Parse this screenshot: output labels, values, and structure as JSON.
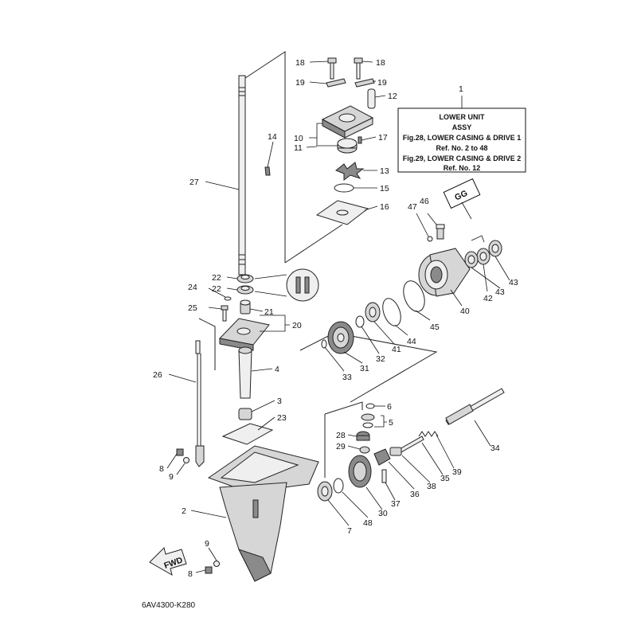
{
  "info_box": {
    "number": "1",
    "lines": [
      "LOWER UNIT",
      "ASSY",
      "Fig.28, LOWER CASING & DRIVE 1",
      "Ref. No. 2 to 48",
      "Fig.29, LOWER CASING & DRIVE 2",
      "Ref. No. 12"
    ]
  },
  "diagram_code": "6AV4300-K280",
  "fwd_label": "FWD",
  "gg_label": "GG",
  "callouts": {
    "c18a": "18",
    "c18b": "18",
    "c19a": "19",
    "c19b": "19",
    "c12": "12",
    "c10": "10",
    "c11": "11",
    "c17": "17",
    "c13": "13",
    "c15": "15",
    "c16": "16",
    "c14": "14",
    "c27": "27",
    "c22a": "22",
    "c22b": "22",
    "c24": "24",
    "c25": "25",
    "c21": "21",
    "c20": "20",
    "c26": "26",
    "c4": "4",
    "c3": "3",
    "c23": "23",
    "c8a": "8",
    "c9a": "9",
    "c2": "2",
    "c8b": "8",
    "c9b": "9",
    "c46": "46",
    "c47": "47",
    "c40": "40",
    "c42": "42",
    "c43a": "43",
    "c43b": "43",
    "c45": "45",
    "c44": "44",
    "c41": "41",
    "c32": "32",
    "c31": "31",
    "c33": "33",
    "c6": "6",
    "c5": "5",
    "c28": "28",
    "c29": "29",
    "c34": "34",
    "c39": "39",
    "c35": "35",
    "c38": "38",
    "c36": "36",
    "c37": "37",
    "c30": "30",
    "c48": "48",
    "c7": "7"
  }
}
